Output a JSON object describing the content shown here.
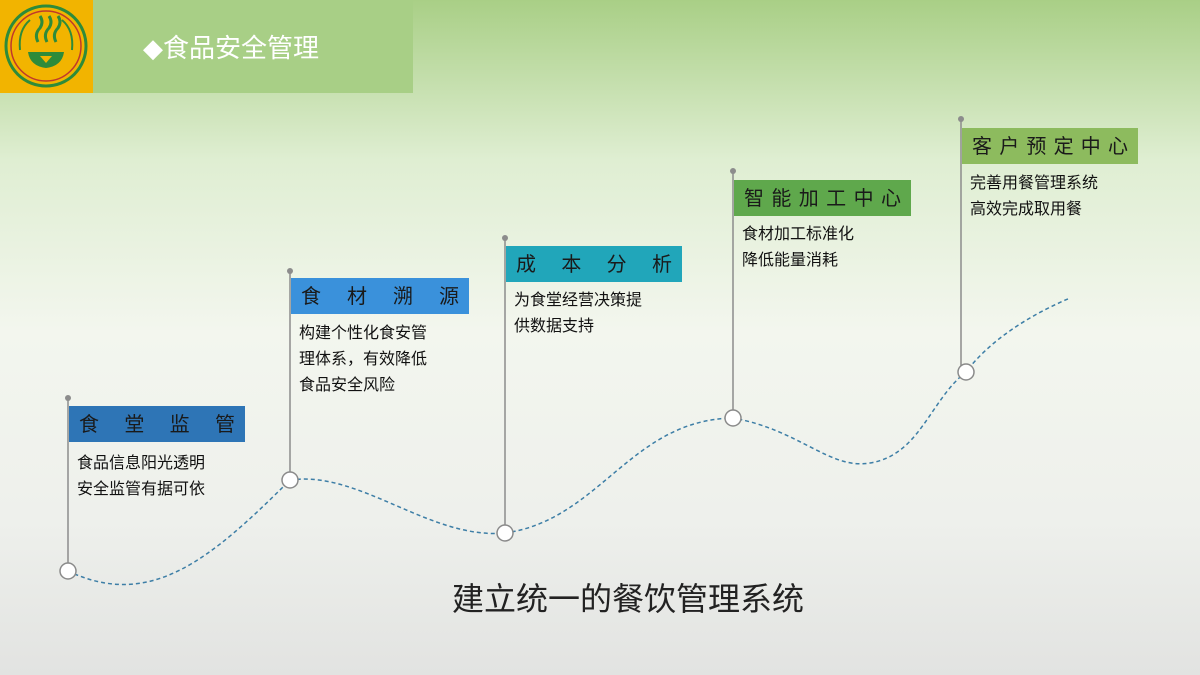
{
  "header": {
    "title": "◆食品安全管理",
    "logo_color": "#f2b400",
    "bar_color": "#a8cf86"
  },
  "main_title": "建立统一的餐饮管理系统",
  "steps": [
    {
      "label_chars": [
        "食",
        "堂",
        "监",
        "管"
      ],
      "label_color": "#2e75b6",
      "description": "食品信息阳光透明\n安全监管有据可依"
    },
    {
      "label_chars": [
        "食",
        "材",
        "溯",
        "源"
      ],
      "label_color": "#3a91db",
      "description": "构建个性化食安管\n理体系，有效降低\n食品安全风险"
    },
    {
      "label_chars": [
        "成",
        "本",
        "分",
        "析"
      ],
      "label_color": "#21a6ba",
      "description": "为食堂经营决策提\n供数据支持"
    },
    {
      "label_chars": [
        "智",
        "能",
        "加",
        "工",
        "中",
        "心"
      ],
      "label_color": "#5fa84c",
      "description": "食材加工标准化\n降低能量消耗"
    },
    {
      "label_chars": [
        "客",
        "户",
        "预",
        "定",
        "中",
        "心"
      ],
      "label_color": "#8dbb5e",
      "description": "完善用餐管理系统\n高效完成取用餐"
    }
  ],
  "colors": {
    "curve": "#3d7ea6",
    "pole": "#8c8c8c"
  }
}
